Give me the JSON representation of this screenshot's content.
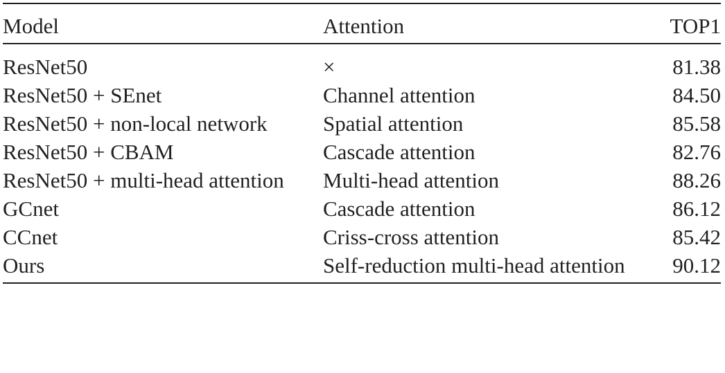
{
  "table": {
    "headers": {
      "model": "Model",
      "attention": "Attention",
      "top1": "TOP1"
    },
    "rows": [
      {
        "model": "ResNet50",
        "attention": "×",
        "top1": "81.38"
      },
      {
        "model": "ResNet50 + SEnet",
        "attention": "Channel attention",
        "top1": "84.50"
      },
      {
        "model": "ResNet50 + non-local network",
        "attention": "Spatial attention",
        "top1": "85.58"
      },
      {
        "model": "ResNet50 + CBAM",
        "attention": "Cascade attention",
        "top1": "82.76"
      },
      {
        "model": "ResNet50 + multi-head attention",
        "attention": "Multi-head attention",
        "top1": "88.26"
      },
      {
        "model": "GCnet",
        "attention": "Cascade attention",
        "top1": "86.12"
      },
      {
        "model": "CCnet",
        "attention": "Criss-cross attention",
        "top1": "85.42"
      },
      {
        "model": "Ours",
        "attention": "Self-reduction multi-head attention",
        "top1": "90.12"
      }
    ]
  }
}
